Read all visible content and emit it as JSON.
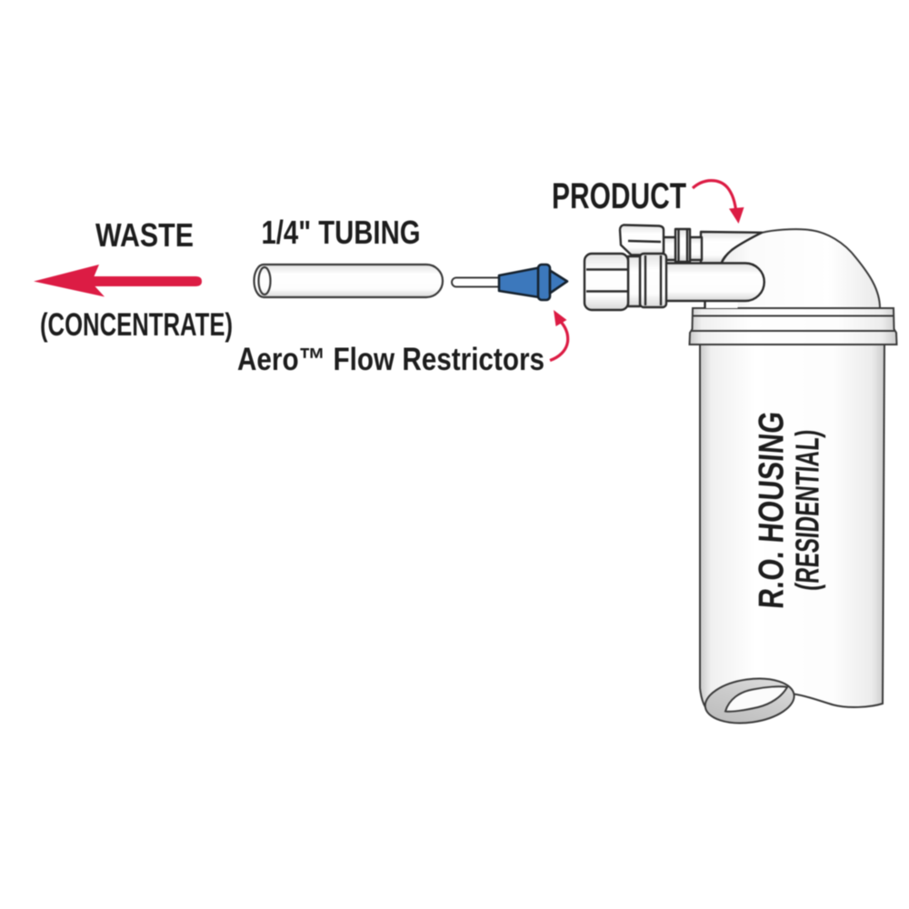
{
  "diagram_title": "Aero Flow Restrictor installation diagram",
  "labels": {
    "waste": "WASTE",
    "concentrate": "(CONCENTRATE)",
    "tubing": "1/4\" TUBING",
    "product": "PRODUCT",
    "restrictors": "Aero™ Flow Restrictors",
    "housing_line1": "R.O. HOUSING",
    "housing_line2": "(RESIDENTIAL)"
  },
  "arrows": {
    "waste_direction": "left",
    "product_pointer_target": "housing inlet elbow",
    "restrictor_pointer_target": "flow restrictor"
  },
  "colors": {
    "arrow_red": "#dc1c44",
    "restrictor_blue": "#3c78bc",
    "outline_dark": "#333333",
    "text_color": "#1d1d1d",
    "background": "#ffffff"
  }
}
